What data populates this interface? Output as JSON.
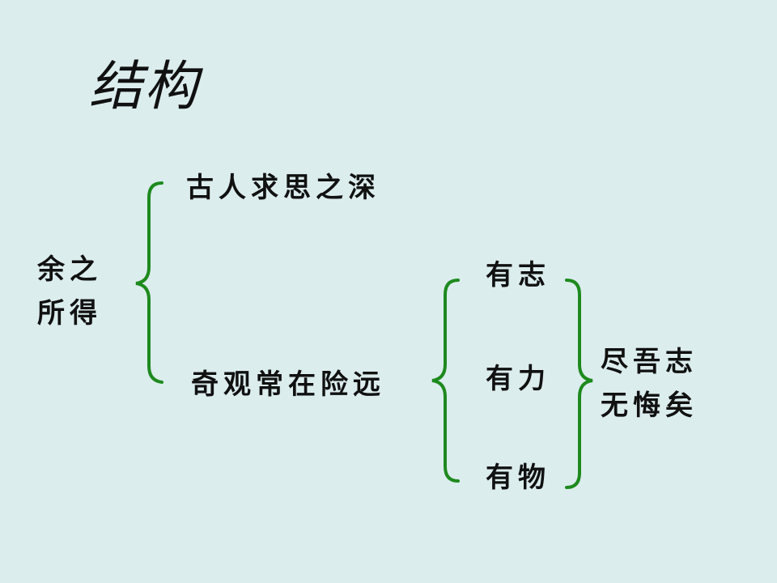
{
  "title": "结构",
  "root": [
    "余之",
    "所得"
  ],
  "branch1": "古人求思之深",
  "branch2": "奇观常在险远",
  "sub_items": [
    "有志",
    "有力",
    "有物"
  ],
  "conclusion": [
    "尽吾志",
    "无悔矣"
  ],
  "colors": {
    "background": "#dcedee",
    "bracket": "#1e8a1e",
    "text": "#111111"
  }
}
